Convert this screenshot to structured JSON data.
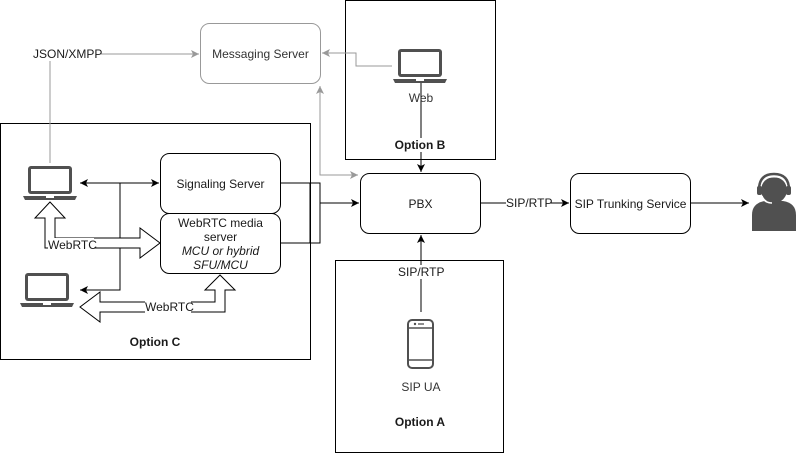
{
  "diagram": {
    "nodes": {
      "messaging_server": "Messaging Server",
      "signaling_server": "Signaling Server",
      "webrtc_media_server": {
        "line1": "WebRTC media",
        "line2": "server",
        "line3": "MCU or hybrid",
        "line4": "SFU/MCU"
      },
      "pbx": "PBX",
      "sip_trunking": "SIP Trunking Service",
      "web_client": "Web",
      "sip_ua": "SIP UA"
    },
    "groups": {
      "option_a": "Option A",
      "option_b": "Option B",
      "option_c": "Option C"
    },
    "edge_labels": {
      "json_xmpp": "JSON/XMPP",
      "sip_rtp_pbx_trunk": "SIP/RTP",
      "sip_rtp_ua_pbx": "SIP/RTP",
      "webrtc_top": "WebRTC",
      "webrtc_bottom": "WebRTC"
    },
    "icons": {
      "laptop": "laptop-icon",
      "phone": "smartphone-icon",
      "agent": "headset-agent-icon"
    },
    "colors": {
      "stroke": "#000000",
      "gray_stroke": "#999999",
      "icon_fill": "#505050"
    }
  }
}
